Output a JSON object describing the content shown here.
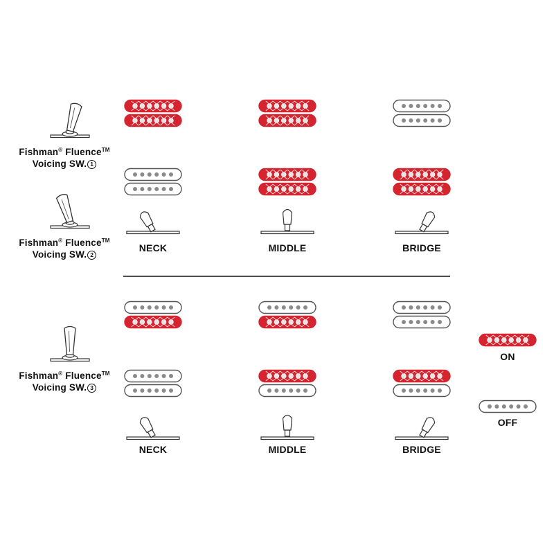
{
  "colors": {
    "on": "#d4242f",
    "off": "#ffffff",
    "outline": "#555555",
    "text": "#111111"
  },
  "switches": [
    {
      "line1_a": "Fishman",
      "sup1": "®",
      "line1_b": " Fluence",
      "sup2": "TM",
      "line2": "Voicing SW.",
      "num": "1",
      "lever": "down"
    },
    {
      "line1_a": "Fishman",
      "sup1": "®",
      "line1_b": " Fluence",
      "sup2": "TM",
      "line2": "Voicing SW.",
      "num": "2",
      "lever": "up"
    },
    {
      "line1_a": "Fishman",
      "sup1": "®",
      "line1_b": " Fluence",
      "sup2": "TM",
      "line2": "Voicing SW.",
      "num": "3",
      "lever": "center"
    }
  ],
  "sections": [
    {
      "positions": [
        {
          "label": "NECK",
          "lever": "left",
          "neck": [
            true,
            true
          ],
          "bridge": [
            false,
            false
          ]
        },
        {
          "label": "MIDDLE",
          "lever": "center",
          "neck": [
            true,
            true
          ],
          "bridge": [
            true,
            true
          ]
        },
        {
          "label": "BRIDGE",
          "lever": "right",
          "neck": [
            false,
            false
          ],
          "bridge": [
            true,
            true
          ]
        }
      ]
    },
    {
      "positions": [
        {
          "label": "NECK",
          "lever": "left",
          "neck": [
            false,
            true
          ],
          "bridge": [
            false,
            false
          ]
        },
        {
          "label": "MIDDLE",
          "lever": "center",
          "neck": [
            false,
            true
          ],
          "bridge": [
            true,
            false
          ]
        },
        {
          "label": "BRIDGE",
          "lever": "right",
          "neck": [
            false,
            false
          ],
          "bridge": [
            true,
            false
          ]
        }
      ]
    }
  ],
  "legend": {
    "on_label": "ON",
    "off_label": "OFF"
  }
}
